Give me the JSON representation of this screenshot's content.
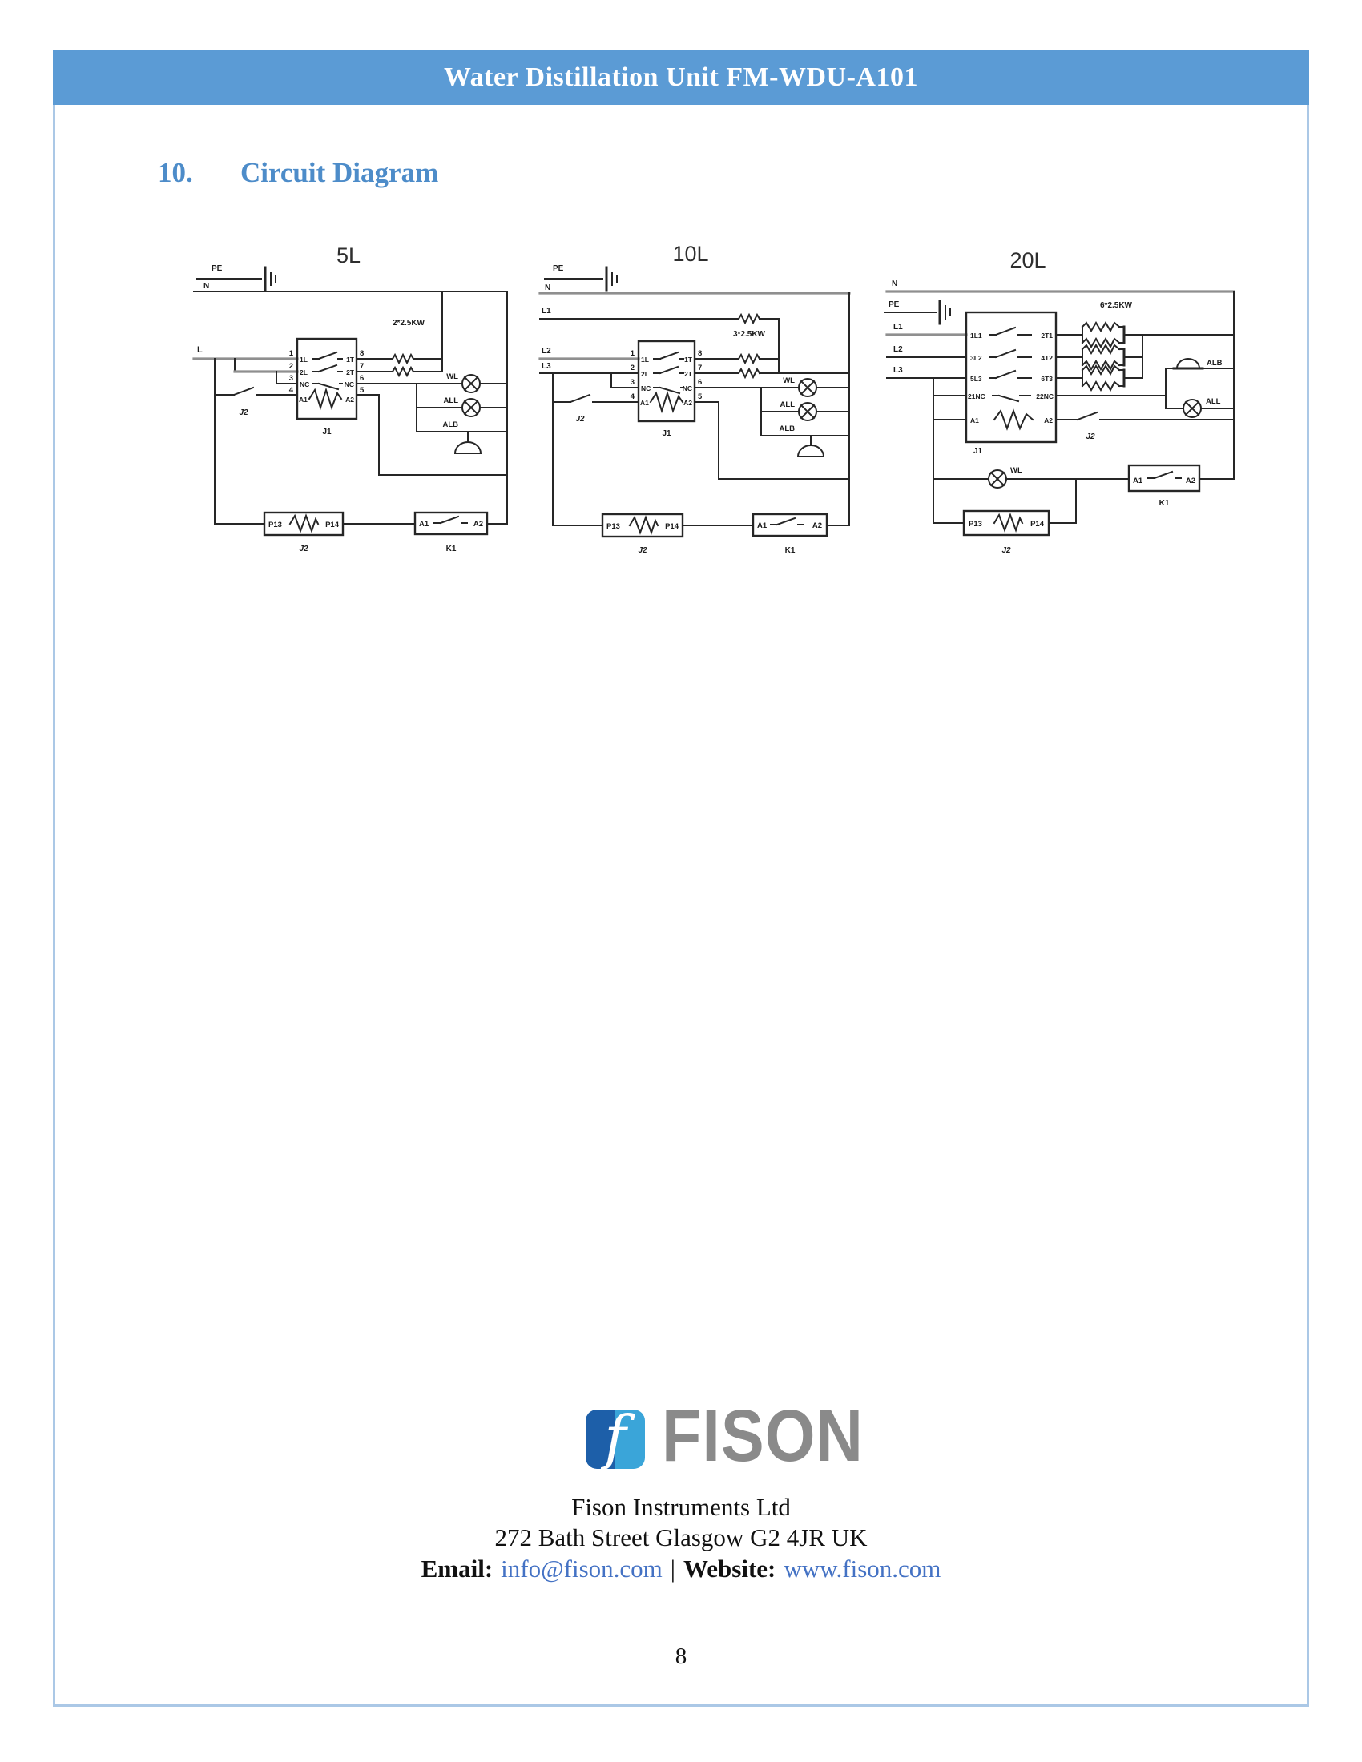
{
  "header": {
    "title": "Water Distillation Unit FM-WDU-A101"
  },
  "section": {
    "number": "10.",
    "title": "Circuit Diagram"
  },
  "colors": {
    "banner_blue": "#5b9bd5",
    "heading_blue": "#4d8cc9",
    "page_border": "#abc8e6",
    "link_blue": "#4472c4",
    "logo_dark_blue": "#1d5fa9",
    "logo_light_blue": "#3aa5d9",
    "logo_gray": "#8a8a8a"
  },
  "diagrams": {
    "d5": {
      "title": "5L",
      "pe": "PE",
      "n": "N",
      "l": "L",
      "rating": "2*2.5KW",
      "pin_l1": "1",
      "pin_l2": "2",
      "pin_l3": "3",
      "pin_l4": "4",
      "pin_r1": "8",
      "pin_r2": "7",
      "pin_r3": "6",
      "pin_r4": "5",
      "c1l": "1L",
      "c1r": "1T",
      "c2l": "2L",
      "c2r": "2T",
      "c3l": "NC",
      "c3r": "NC",
      "c4l": "A1",
      "c4r": "A2",
      "contactor": "J1",
      "switch": "J2",
      "wl": "WL",
      "all": "ALL",
      "alb": "ALB",
      "p13": "P13",
      "p14": "P14",
      "pbox_label": "J2",
      "k_a1": "A1",
      "k_a2": "A2",
      "k_label": "K1"
    },
    "d10": {
      "title": "10L",
      "pe": "PE",
      "n": "N",
      "l1": "L1",
      "l2": "L2",
      "l3": "L3",
      "rating": "3*2.5KW",
      "pin_l1": "1",
      "pin_l2": "2",
      "pin_l3": "3",
      "pin_l4": "4",
      "pin_r1": "8",
      "pin_r2": "7",
      "pin_r3": "6",
      "pin_r4": "5",
      "c1l": "1L",
      "c1r": "1T",
      "c2l": "2L",
      "c2r": "2T",
      "c3l": "NC",
      "c3r": "NC",
      "c4l": "A1",
      "c4r": "A2",
      "contactor": "J1",
      "switch": "J2",
      "wl": "WL",
      "all": "ALL",
      "alb": "ALB",
      "p13": "P13",
      "p14": "P14",
      "pbox_label": "J2",
      "k_a1": "A1",
      "k_a2": "A2",
      "k_label": "K1"
    },
    "d20": {
      "title": "20L",
      "n": "N",
      "pe": "PE",
      "l1": "L1",
      "l2": "L2",
      "l3": "L3",
      "rating": "6*2.5KW",
      "c1l": "1L1",
      "c1r": "2T1",
      "c2l": "3L2",
      "c2r": "4T2",
      "c3l": "5L3",
      "c3r": "6T3",
      "c4l": "21NC",
      "c4r": "22NC",
      "c5l": "A1",
      "c5r": "A2",
      "contactor": "J1",
      "switch": "J2",
      "wl": "WL",
      "all": "ALL",
      "alb": "ALB",
      "p13": "P13",
      "p14": "P14",
      "pbox_label": "J2",
      "k_a1": "A1",
      "k_a2": "A2",
      "k_label": "K1"
    }
  },
  "footer": {
    "logo_monogram": "f",
    "logo_text": "FISON",
    "company": "Fison Instruments Ltd",
    "address": "272 Bath Street Glasgow G2 4JR UK",
    "email_label": "Email:",
    "email": "info@fison.com",
    "separator": "|",
    "website_label": "Website:",
    "website": "www.fison.com",
    "page_number": "8"
  }
}
